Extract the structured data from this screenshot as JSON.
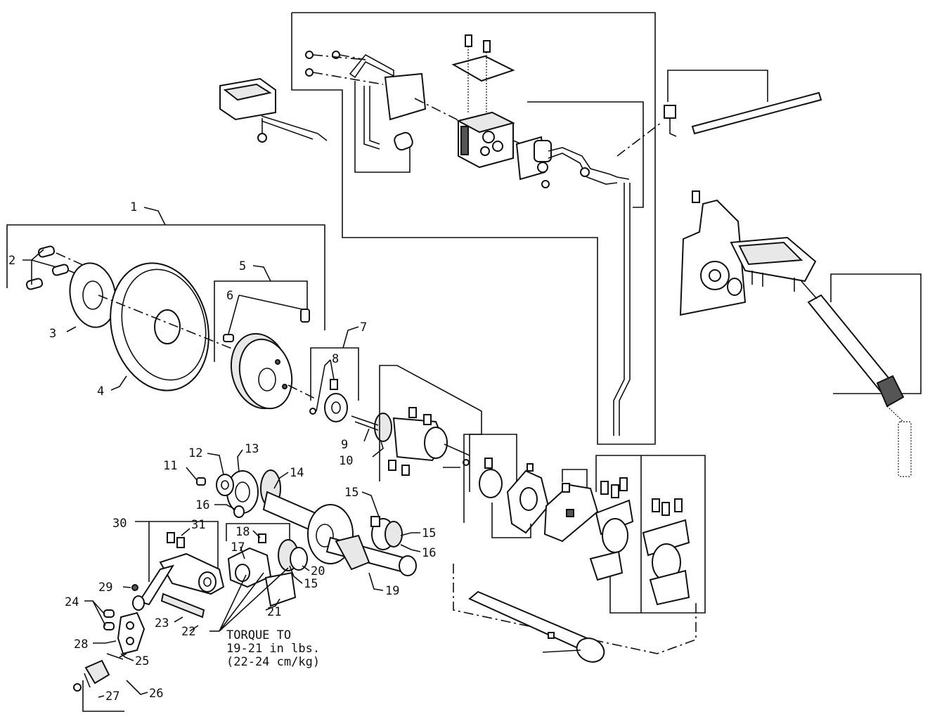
{
  "callouts": [
    {
      "id": "c1",
      "text": "1"
    },
    {
      "id": "c2",
      "text": "2"
    },
    {
      "id": "c3",
      "text": "3"
    },
    {
      "id": "c4",
      "text": "4"
    },
    {
      "id": "c5",
      "text": "5"
    },
    {
      "id": "c6",
      "text": "6"
    },
    {
      "id": "c7",
      "text": "7"
    },
    {
      "id": "c8",
      "text": "8"
    },
    {
      "id": "c9",
      "text": "9"
    },
    {
      "id": "c10",
      "text": "10"
    },
    {
      "id": "c11",
      "text": "11"
    },
    {
      "id": "c12",
      "text": "12"
    },
    {
      "id": "c13",
      "text": "13"
    },
    {
      "id": "c14",
      "text": "14"
    },
    {
      "id": "c15a",
      "text": "15"
    },
    {
      "id": "c15b",
      "text": "15"
    },
    {
      "id": "c15c",
      "text": "15"
    },
    {
      "id": "c16a",
      "text": "16"
    },
    {
      "id": "c16b",
      "text": "16"
    },
    {
      "id": "c17",
      "text": "17"
    },
    {
      "id": "c18",
      "text": "18"
    },
    {
      "id": "c19",
      "text": "19"
    },
    {
      "id": "c20",
      "text": "20"
    },
    {
      "id": "c21",
      "text": "21"
    },
    {
      "id": "c22",
      "text": "22"
    },
    {
      "id": "c23",
      "text": "23"
    },
    {
      "id": "c24",
      "text": "24"
    },
    {
      "id": "c25",
      "text": "25"
    },
    {
      "id": "c26",
      "text": "26"
    },
    {
      "id": "c27",
      "text": "27"
    },
    {
      "id": "c28",
      "text": "28"
    },
    {
      "id": "c29",
      "text": "29"
    },
    {
      "id": "c30",
      "text": "30"
    },
    {
      "id": "c31",
      "text": "31"
    }
  ],
  "torque_note": {
    "line1": "TORQUE TO",
    "line2": "19-21 in lbs.",
    "line3": "(22-24 cm/kg)"
  }
}
